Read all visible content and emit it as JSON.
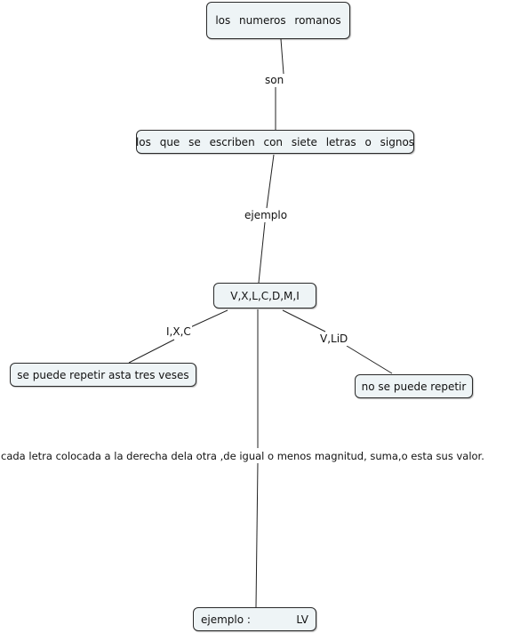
{
  "colors": {
    "node_fill": "#eef4f6",
    "line": "#222222",
    "text": "#111111"
  },
  "nodes": {
    "root": "los  numeros  romanos",
    "definition": "los  que se  escriben  con  siete  letras  o  signos",
    "letters": "V,X,L,C,D,M,I",
    "repeatable": "se puede repetir asta tres veses",
    "not_repeatable": "no se puede repetir",
    "example_label": "ejemplo :",
    "example_value": "LV"
  },
  "links": {
    "son": "son",
    "ejemplo": "ejemplo",
    "ixc": "I,X,C",
    "vlid": "V,LiD",
    "rule": "cada letra colocada a la derecha dela otra ,de igual o menos magnitud, suma,o esta sus valor."
  }
}
